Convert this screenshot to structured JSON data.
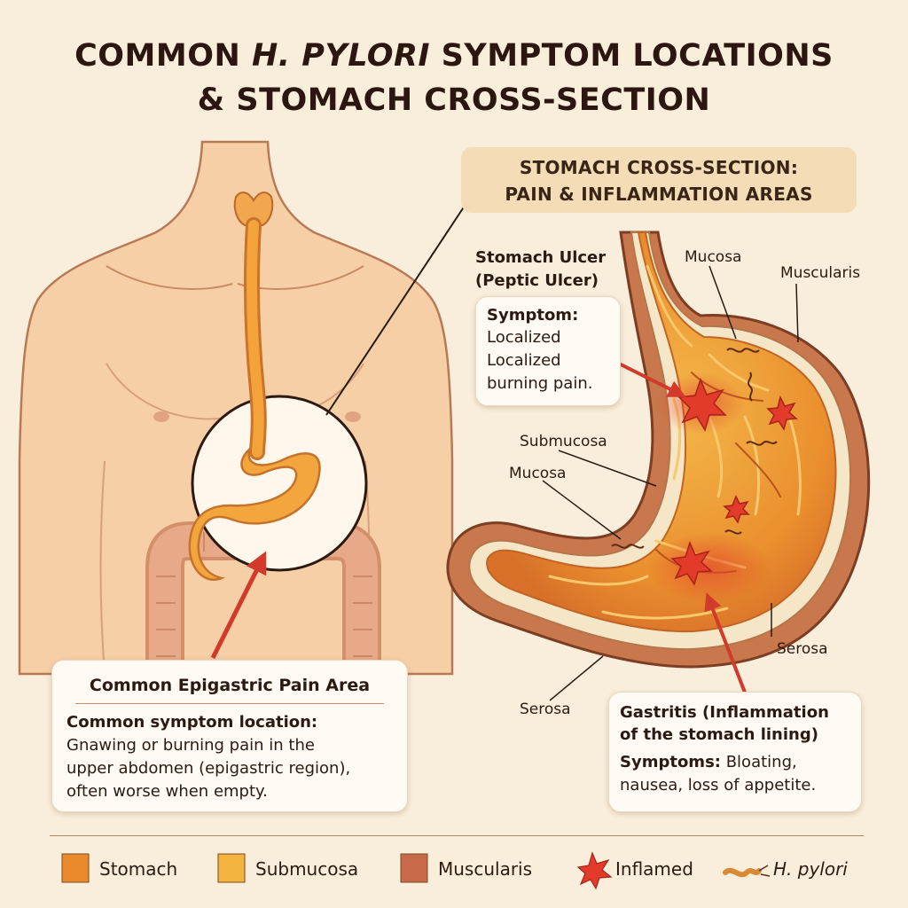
{
  "title": {
    "line1_before": "COMMON ",
    "line1_italic": "H. PYLORI",
    "line1_after": " SYMPTOM LOCATIONS",
    "line2": "& STOMACH CROSS-SECTION"
  },
  "cross_section_header": {
    "line1": "STOMACH CROSS-SECTION:",
    "line2": "PAIN & INFLAMMATION AREAS"
  },
  "ulcer": {
    "title_line1": "Stomach Ulcer",
    "title_line2": "(Peptic Ulcer)",
    "symptom_heading": "Symptom:",
    "symptom_lines": [
      "Localized",
      "Localized",
      "burning pain."
    ]
  },
  "layer_labels": {
    "mucosa_top": "Mucosa",
    "muscularis": "Muscularis",
    "submucosa": "Submucosa",
    "mucosa_left": "Mucosa",
    "serosa_right": "Serosa",
    "serosa_bottom": "Serosa"
  },
  "epigastric": {
    "heading": "Common Epigastric Pain Area",
    "subheading": "Common symptom location:",
    "lines": [
      "Gnawing or burning pain in the",
      "upper abdomen (epigastric region),",
      "often worse when empty."
    ]
  },
  "gastritis": {
    "heading_line1": "Gastritis (Inflammation",
    "heading_line2": "of the stomach lining)",
    "symptoms_label": "Symptoms:",
    "symptoms_line1": " Bloating,",
    "symptoms_line2": "nausea, loss of appetite."
  },
  "legend": [
    {
      "label": "Stomach",
      "color": "#e88a2c",
      "kind": "swatch",
      "icon": "stomach-swatch"
    },
    {
      "label": "Submucosa",
      "color": "#f3b43f",
      "kind": "swatch",
      "icon": "submucosa-swatch"
    },
    {
      "label": "Muscularis",
      "color": "#c86a4a",
      "kind": "swatch",
      "icon": "muscularis-swatch"
    },
    {
      "label": "Inflamed",
      "color": "#e23b2a",
      "kind": "star",
      "icon": "inflamed-star-icon"
    },
    {
      "label": "H. pylori",
      "color": "#d98a35",
      "kind": "bacteria",
      "icon": "h-pylori-icon"
    }
  ],
  "colors": {
    "background": "#f9eedb",
    "skin": "#f7cfa6",
    "skin_outline": "#b87a55",
    "stomach": "#f3a33a",
    "intestine": "#e5a07c",
    "inflamed": "#e23b2a",
    "arrow": "#c9332b",
    "serosa": "#c8784c"
  }
}
